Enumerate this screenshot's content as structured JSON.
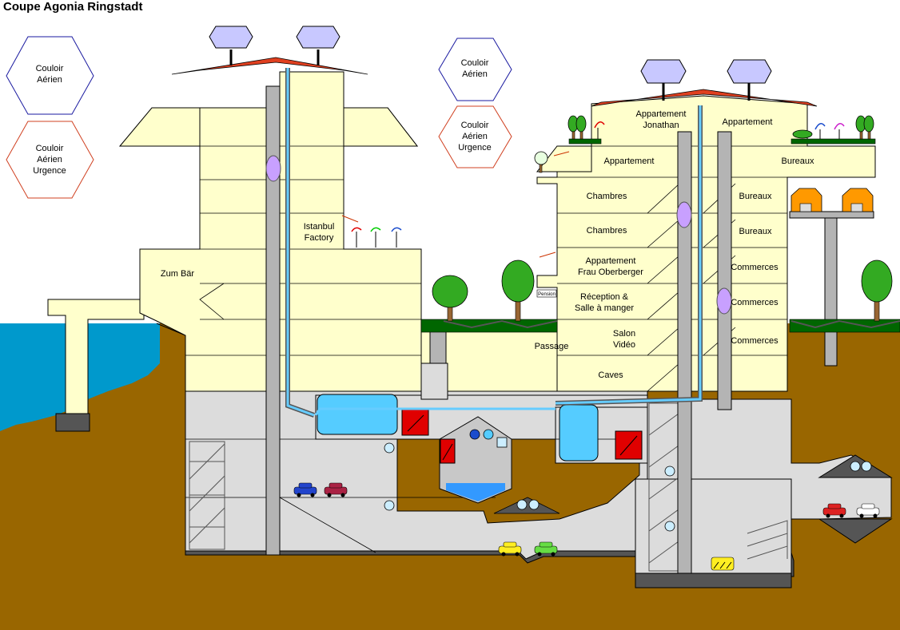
{
  "title": "Coupe Agonia Ringstadt",
  "hexagons": {
    "left_blue": "Couloir\nAérien",
    "left_red": "Couloir\nAérien\nUrgence",
    "center_blue": "Couloir\nAérien",
    "center_red": "Couloir\nAérien\nUrgence"
  },
  "labels": {
    "zum_bar": "Zum Bär",
    "istanbul_factory": "Istanbul\nFactory",
    "appartement_jonathan": "Appartement\nJonathan",
    "appartement_top_right": "Appartement",
    "appartement_left": "Appartement",
    "bureaux_top": "Bureaux",
    "chambres_1": "Chambres",
    "chambres_2": "Chambres",
    "bureaux_1": "Bureaux",
    "bureaux_2": "Bureaux",
    "appartement_frau": "Appartement\nFrau Oberberger",
    "reception": "Réception &\nSalle à manger",
    "salon_video": "Salon\nVidéo",
    "passage": "Passage",
    "caves": "Caves",
    "commerces_1": "Commerces",
    "commerces_2": "Commerces",
    "commerces_3": "Commerces",
    "pension_sign": "Pension"
  },
  "colors": {
    "building": "#ffffcc",
    "roof": "#e04020",
    "water": "#0099cc",
    "earth": "#996600",
    "underground": "#dcdcdc",
    "wall_dark": "#555555",
    "pipe": "#66ccff",
    "elevator": "#c8a0ff"
  }
}
